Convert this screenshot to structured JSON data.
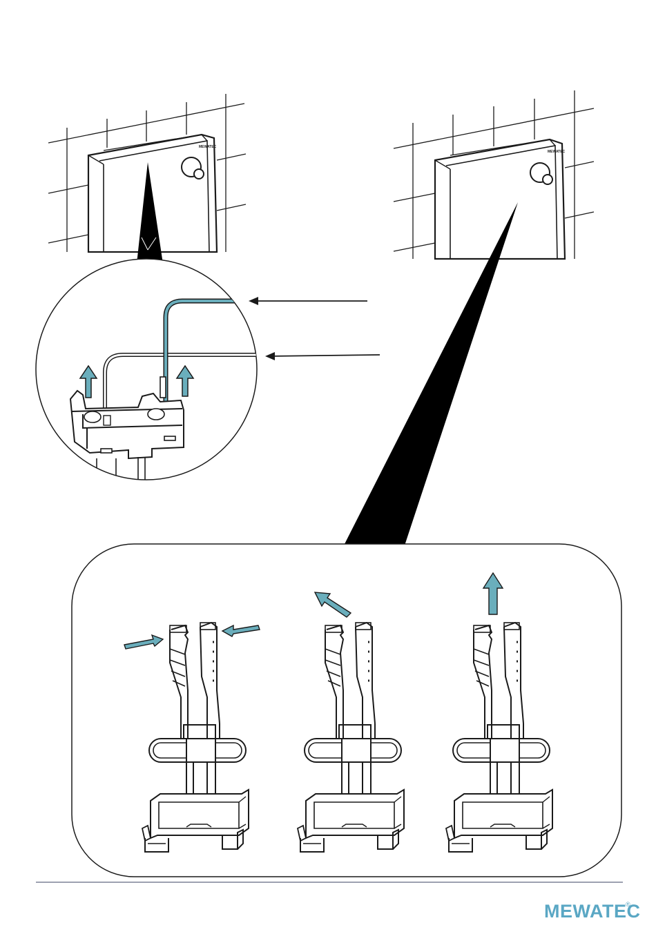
{
  "document": {
    "panel_brand_small": "MEWATEC",
    "footer_brand": "MEWATEC",
    "footer_brand_mark": "®"
  },
  "colors": {
    "accent": "#6aaebc",
    "accent_dark": "#2b6b78",
    "line": "#1a1a1a",
    "footer_rule": "#3a4060",
    "brand": "#5aa7c4"
  },
  "icons": {
    "arrow": "arrow-icon",
    "release_handle": "release-handle-icon",
    "brand_logo": "mewatec-logo-icon"
  },
  "steps": [
    {
      "name": "squeeze",
      "arrow": "inward-pair"
    },
    {
      "name": "tilt",
      "arrow": "diagonal-up-left"
    },
    {
      "name": "lift",
      "arrow": "up"
    }
  ]
}
